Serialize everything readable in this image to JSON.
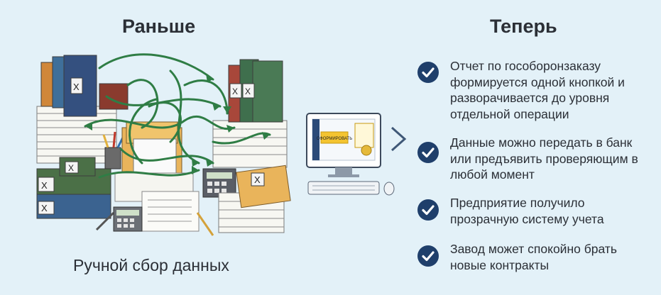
{
  "before": {
    "title": "Раньше",
    "caption": "Ручной сбор данных"
  },
  "now": {
    "title": "Теперь",
    "items": [
      {
        "text": "Отчет по гособоронзаказу формируется одной кнопкой и разворачивается до уровня отдельной операции"
      },
      {
        "text": "Данные можно передать в банк или предъявить проверяющим в любой момент"
      },
      {
        "text": "Предприятие получило прозрачную систему учета"
      },
      {
        "text": "Завод может спокойно брать новые контракты"
      }
    ]
  },
  "computer": {
    "button_label": "СФОРМИРОВАТЬ"
  },
  "colors": {
    "background": "#e3f1f8",
    "check": "#1f3f6b",
    "arrows": "#2f7d45",
    "monitor_button": "#f4c430"
  },
  "icons": [
    "check-icon",
    "binder-icon",
    "calculator-icon",
    "arrow-right-icon",
    "computer-icon"
  ]
}
